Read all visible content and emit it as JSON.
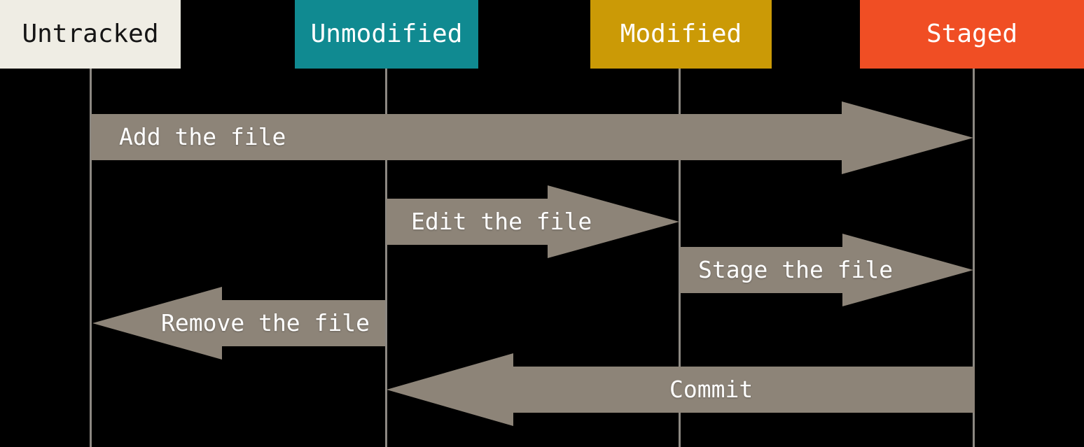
{
  "columns": [
    {
      "label": "Untracked",
      "bg": "#EFEDE4",
      "text_color": "#151515"
    },
    {
      "label": "Unmodified",
      "bg": "#108A91",
      "text_color": "#FFFFFF"
    },
    {
      "label": "Modified",
      "bg": "#CB9A06",
      "text_color": "#FFFFFF"
    },
    {
      "label": "Staged",
      "bg": "#F04E24",
      "text_color": "#FFFFFF"
    }
  ],
  "transitions": [
    {
      "label": "Add the file",
      "from": "Untracked",
      "to": "Staged",
      "direction": "right"
    },
    {
      "label": "Edit the file",
      "from": "Unmodified",
      "to": "Modified",
      "direction": "right"
    },
    {
      "label": "Stage the file",
      "from": "Modified",
      "to": "Staged",
      "direction": "right"
    },
    {
      "label": "Remove the file",
      "from": "Unmodified",
      "to": "Untracked",
      "direction": "left"
    },
    {
      "label": "Commit",
      "from": "Staged",
      "to": "Unmodified",
      "direction": "left"
    }
  ],
  "colors": {
    "background": "#000000",
    "arrow": "#8D8478",
    "lifeline": "#8C8882",
    "label_text": "#FFFFFF"
  }
}
